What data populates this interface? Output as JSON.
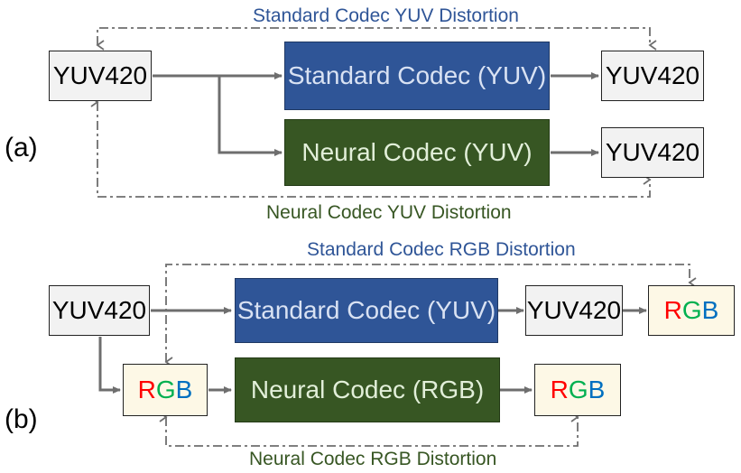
{
  "colors": {
    "blue_text": "#2f5597",
    "green_text": "#375623",
    "rgb_r": "#ff0000",
    "rgb_g": "#00b050",
    "rgb_b": "#0070c0"
  },
  "panel_a": {
    "label": "(a)",
    "top_label": "Standard Codec YUV Distortion",
    "bottom_label": "Neural Codec YUV Distortion",
    "input": "YUV420",
    "std_codec": "Standard Codec (YUV)",
    "neural_codec": "Neural Codec (YUV)",
    "std_output": "YUV420",
    "neural_output": "YUV420"
  },
  "panel_b": {
    "label": "(b)",
    "top_label": "Standard Codec RGB Distortion",
    "bottom_label": "Neural Codec RGB Distortion",
    "input": "YUV420",
    "std_codec": "Standard Codec (YUV)",
    "std_yuv_output": "YUV420",
    "neural_codec": "Neural Codec (RGB)",
    "rgb": {
      "r": "R",
      "g": "G",
      "b": "B"
    }
  }
}
